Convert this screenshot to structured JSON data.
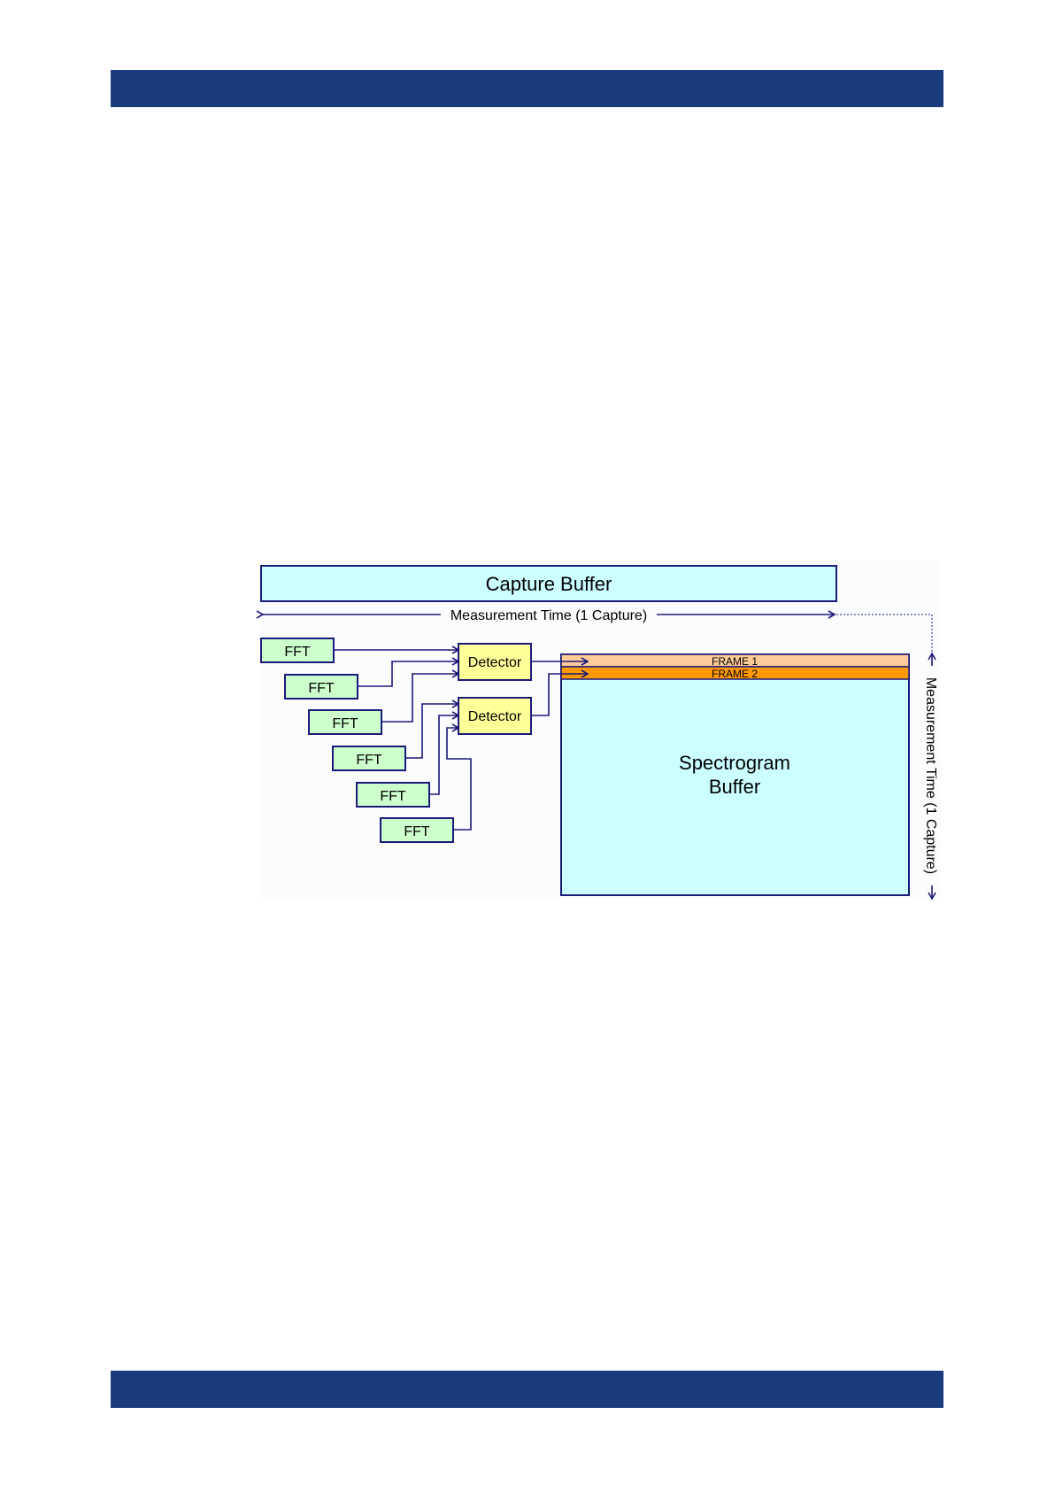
{
  "diagram": {
    "capture_buffer_label": "Capture Buffer",
    "measurement_time_label": "Measurement Time (1 Capture)",
    "vertical_measurement_time_label": "Measurement Time (1 Capture)",
    "fft_blocks": [
      "FFT",
      "FFT",
      "FFT",
      "FFT",
      "FFT",
      "FFT"
    ],
    "detectors": [
      "Detector",
      "Detector"
    ],
    "frames": [
      "FRAME 1",
      "FRAME 2"
    ],
    "spectrogram_label_line1": "Spectrogram",
    "spectrogram_label_line2": "Buffer"
  },
  "colors": {
    "header_band": "#1a3c7c",
    "line": "#1a1a7a",
    "capture_fill": "#ccffff",
    "fft_fill": "#ccffcc",
    "detector_fill": "#ffff99",
    "frame1_fill": "#ffcc99",
    "frame2_fill": "#ff9900",
    "spectrogram_fill": "#ccffff"
  }
}
